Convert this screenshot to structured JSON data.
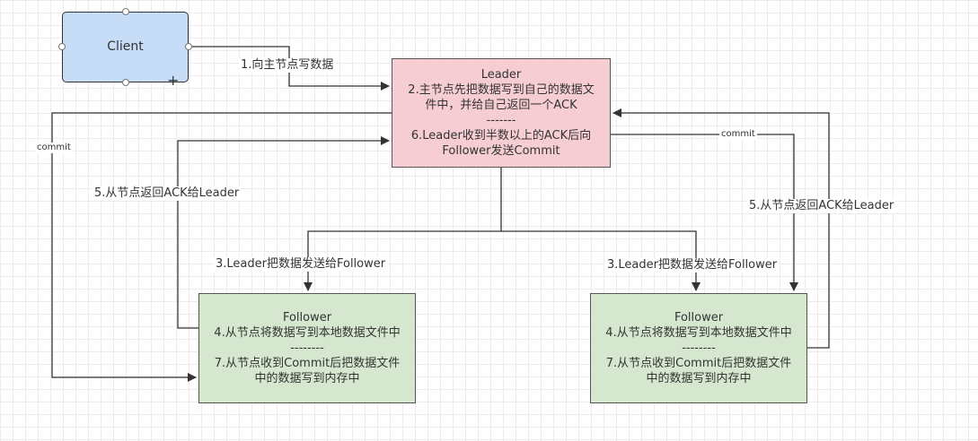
{
  "client": {
    "label": "Client"
  },
  "leader": {
    "title": "Leader",
    "line1": "2.主节点先把数据写到自己的数据文",
    "line2": "件中，并给自己返回一个ACK",
    "separator": "-------",
    "line3": "6.Leader收到半数以上的ACK后向",
    "line4": "Follower发送Commit"
  },
  "follower_left": {
    "title": "Follower",
    "line1": "4.从节点将数据写到本地数据文件中",
    "separator": "--------",
    "line2": "7.从节点收到Commit后把数据文件",
    "line3": "中的数据写到内存中"
  },
  "follower_right": {
    "title": "Follower",
    "line1": "4.从节点将数据写到本地数据文件中",
    "separator": "--------",
    "line2": "7.从节点收到Commit后把数据文件",
    "line3": "中的数据写到内存中"
  },
  "edges": {
    "client_to_leader": "1.向主节点写数据",
    "replicate_left": "3.Leader把数据发送给Follower",
    "replicate_right": "3.Leader把数据发送给Follower",
    "ack_left": "5.从节点返回ACK给Leader",
    "ack_right": "5.从节点返回ACK给Leader",
    "commit_left": "commit",
    "commit_right": "commit"
  },
  "colors": {
    "client_fill": "#c7dcf7",
    "leader_fill": "#f5cdd3",
    "follower_fill": "#d5e8cf",
    "line": "#333333"
  }
}
